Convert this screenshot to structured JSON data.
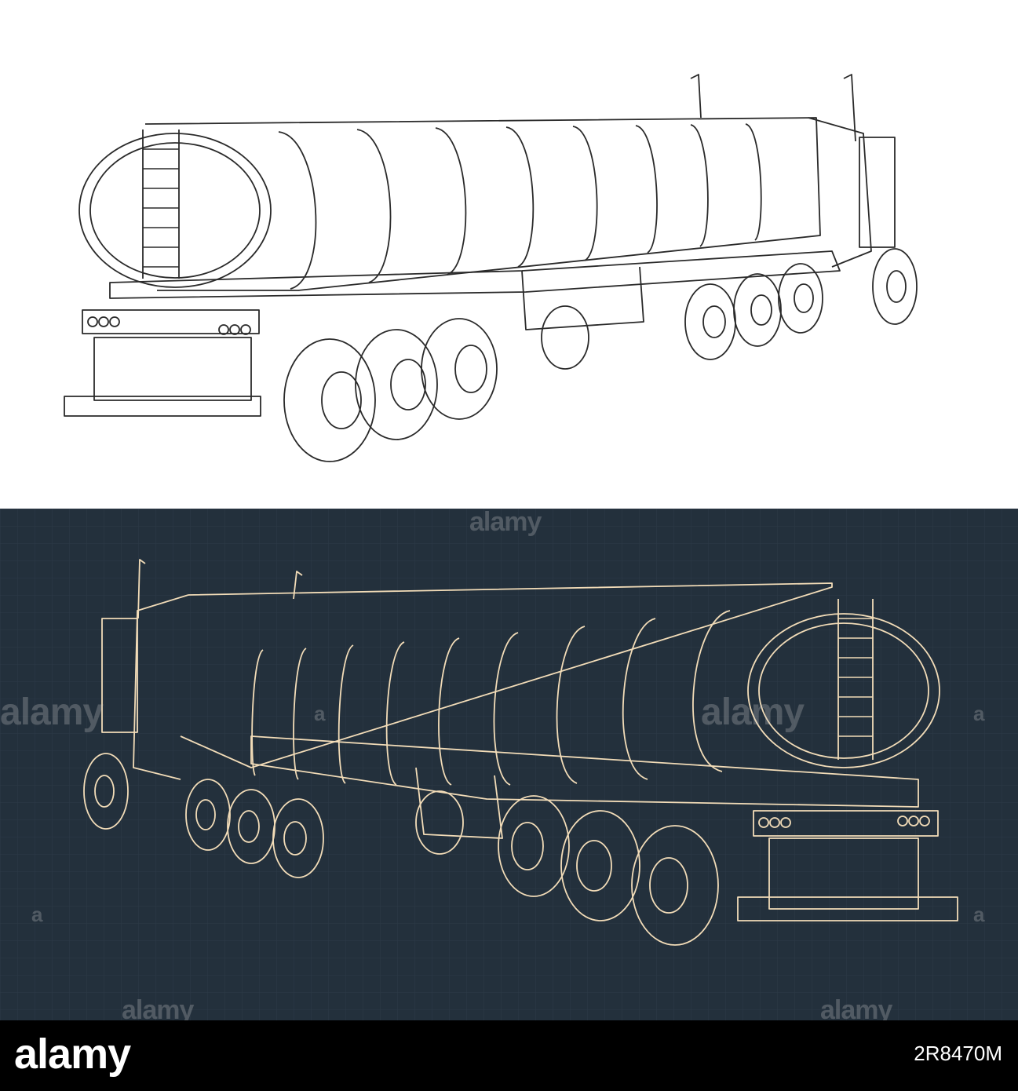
{
  "watermark": {
    "brand": "alamy",
    "mark": "a"
  },
  "footer": {
    "logo": "alamy",
    "image_id": "2R8470M"
  },
  "colors": {
    "line_light": "#2a2a2a",
    "blueprint_bg": "#23303c",
    "line_dark": "#f2dcb8",
    "grid": "#2c3a47"
  }
}
